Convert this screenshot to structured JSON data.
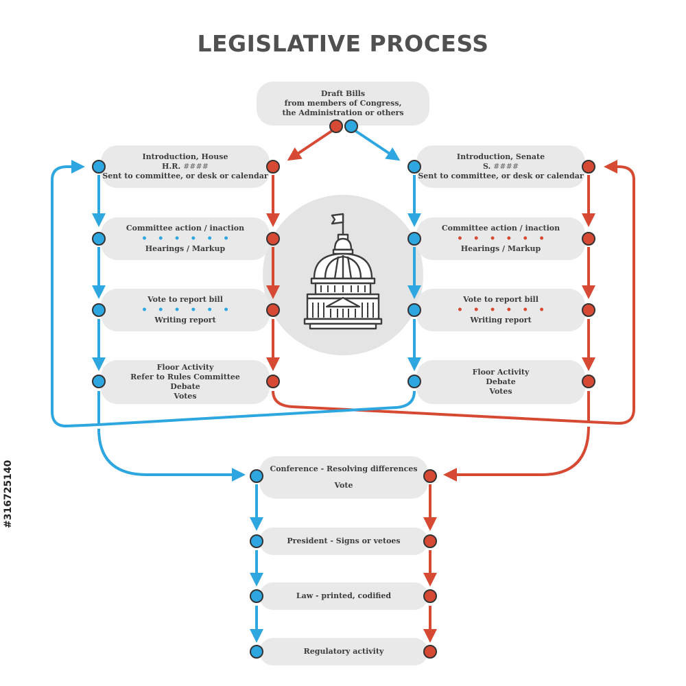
{
  "title": "LEGISLATIVE PROCESS",
  "colors": {
    "house": "#2ea6df",
    "senate": "#d64a33",
    "box": "#e9e9e9",
    "text": "#3c3c3c"
  },
  "draft": {
    "line1": "Draft Bills",
    "line2": "from members of Congress,",
    "line3": "the Administration or others"
  },
  "house": {
    "intro": {
      "line1": "Introduction, House",
      "prefix": "H.R.",
      "hash": "####",
      "line3": "Sent to committee, or desk or calendar"
    },
    "committee": {
      "line1": "Committee action / inaction",
      "dots": "• • • • • •",
      "line2": "Hearings / Markup"
    },
    "vote": {
      "line1": "Vote to report bill",
      "dots": "• • • • • •",
      "line2": "Writing report"
    },
    "floor": {
      "line1": "Floor Activity",
      "line2": "Refer to Rules Committee",
      "line3": "Debate",
      "line4": "Votes"
    }
  },
  "senate": {
    "intro": {
      "line1": "Introduction, Senate",
      "prefix": "S.",
      "hash": "####",
      "line3": "Sent to committee, or desk or calendar"
    },
    "committee": {
      "line1": "Committee action / inaction",
      "dots": "• • • • • •",
      "line2": "Hearings / Markup"
    },
    "vote": {
      "line1": "Vote to report bill",
      "dots": "• • • • • •",
      "line2": "Writing report"
    },
    "floor": {
      "line1": "Floor Activity",
      "line2": "Debate",
      "line3": "Votes"
    }
  },
  "conference": {
    "line1": "Conference - Resolving differences",
    "line2": "Vote"
  },
  "president": {
    "label": "President - Signs or vetoes"
  },
  "law": {
    "label": "Law - printed, codified"
  },
  "regulatory": {
    "label": "Regulatory activity"
  },
  "icon": "capitol-building-icon",
  "stock_id": "#316725140"
}
